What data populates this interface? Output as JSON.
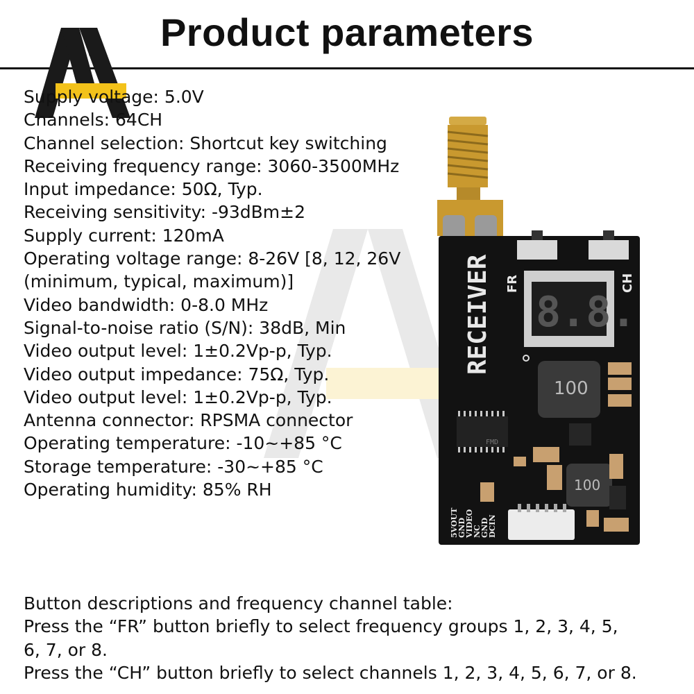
{
  "page": {
    "title": "Product parameters"
  },
  "specs": [
    "Supply voltage: 5.0V",
    "Channels: 64CH",
    "Channel selection: Shortcut key switching",
    "Receiving frequency range: 3060-3500MHz",
    "Input impedance: 50Ω, Typ.",
    "Receiving sensitivity: -93dBm±2",
    "Supply current: 120mA",
    "Operating voltage range: 8-26V [8, 12, 26V",
    "(minimum, typical, maximum)]",
    "Video bandwidth: 0-8.0 MHz",
    "Signal-to-noise ratio (S/N): 38dB, Min",
    "Video output level: 1±0.2Vp-p, Typ.",
    "Video output impedance: 75Ω, Typ.",
    "Video output level: 1±0.2Vp-p, Typ.",
    "Antenna connector: RPSMA connector",
    "Operating temperature: -10~+85 °C",
    "Storage temperature: -30~+85 °C",
    "Operating humidity: 85% RH"
  ],
  "board": {
    "label": "RECEIVER",
    "fr_label": "FR",
    "ch_label": "CH",
    "display": "8.8.",
    "inductor_top": "100",
    "inductor_bottom": "100",
    "chip_text": "FMD",
    "pins": [
      "5VOUT",
      "GND",
      "VIDEO",
      "NC",
      "GND",
      "DCIN"
    ]
  },
  "description": {
    "heading": "Button descriptions and frequency channel table:",
    "fr_line_1": "Press the “FR” button briefly to select frequency groups 1, 2, 3, 4, 5,",
    "fr_line_2": "6, 7, or 8.",
    "ch_line": "Press the “CH” button briefly to select channels 1, 2, 3, 4, 5, 6, 7, or 8."
  },
  "colors": {
    "logo_dark": "#1a1a1a",
    "logo_yellow": "#f3c21a",
    "board": "#121212",
    "gold": "#c9992f",
    "smd": "#c8a070"
  }
}
